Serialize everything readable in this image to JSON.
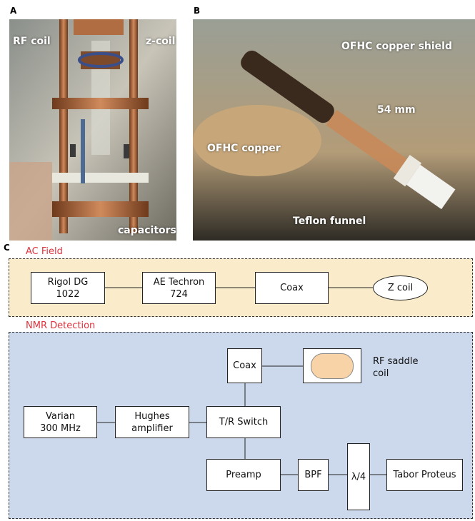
{
  "panels": {
    "a": {
      "letter": "A",
      "labels": {
        "rf_coil": "RF coil",
        "z_coil": "z-coil",
        "capacitors": "capacitors"
      }
    },
    "b": {
      "letter": "B",
      "labels": {
        "shield": "OFHC copper shield",
        "length": "54 mm",
        "copper": "OFHC copper",
        "funnel": "Teflon funnel"
      }
    },
    "c": {
      "letter": "C"
    }
  },
  "ac_field": {
    "title": "AC Field",
    "bg_color": "#faeccb",
    "blocks": {
      "rigol_line1": "Rigol DG",
      "rigol_line2": "1022",
      "ae_line1": "AE Techron",
      "ae_line2": "724",
      "coax": "Coax",
      "z_coil": "Z coil"
    }
  },
  "nmr": {
    "title": "NMR Detection",
    "bg_color": "#ccd9ec",
    "coil_fill": "#f9d3a8",
    "blocks": {
      "coax": "Coax",
      "rf_coil_line1": "RF saddle",
      "rf_coil_line2": "coil",
      "varian_line1": "Varian",
      "varian_line2": "300 MHz",
      "hughes_line1": "Hughes",
      "hughes_line2": "amplifier",
      "tr_switch": "T/R Switch",
      "preamp": "Preamp",
      "bpf": "BPF",
      "quarter_wave": "λ/4",
      "tabor": "Tabor Proteus"
    }
  },
  "colors": {
    "section_title": "#e0323c",
    "copper": "#b8693f"
  }
}
